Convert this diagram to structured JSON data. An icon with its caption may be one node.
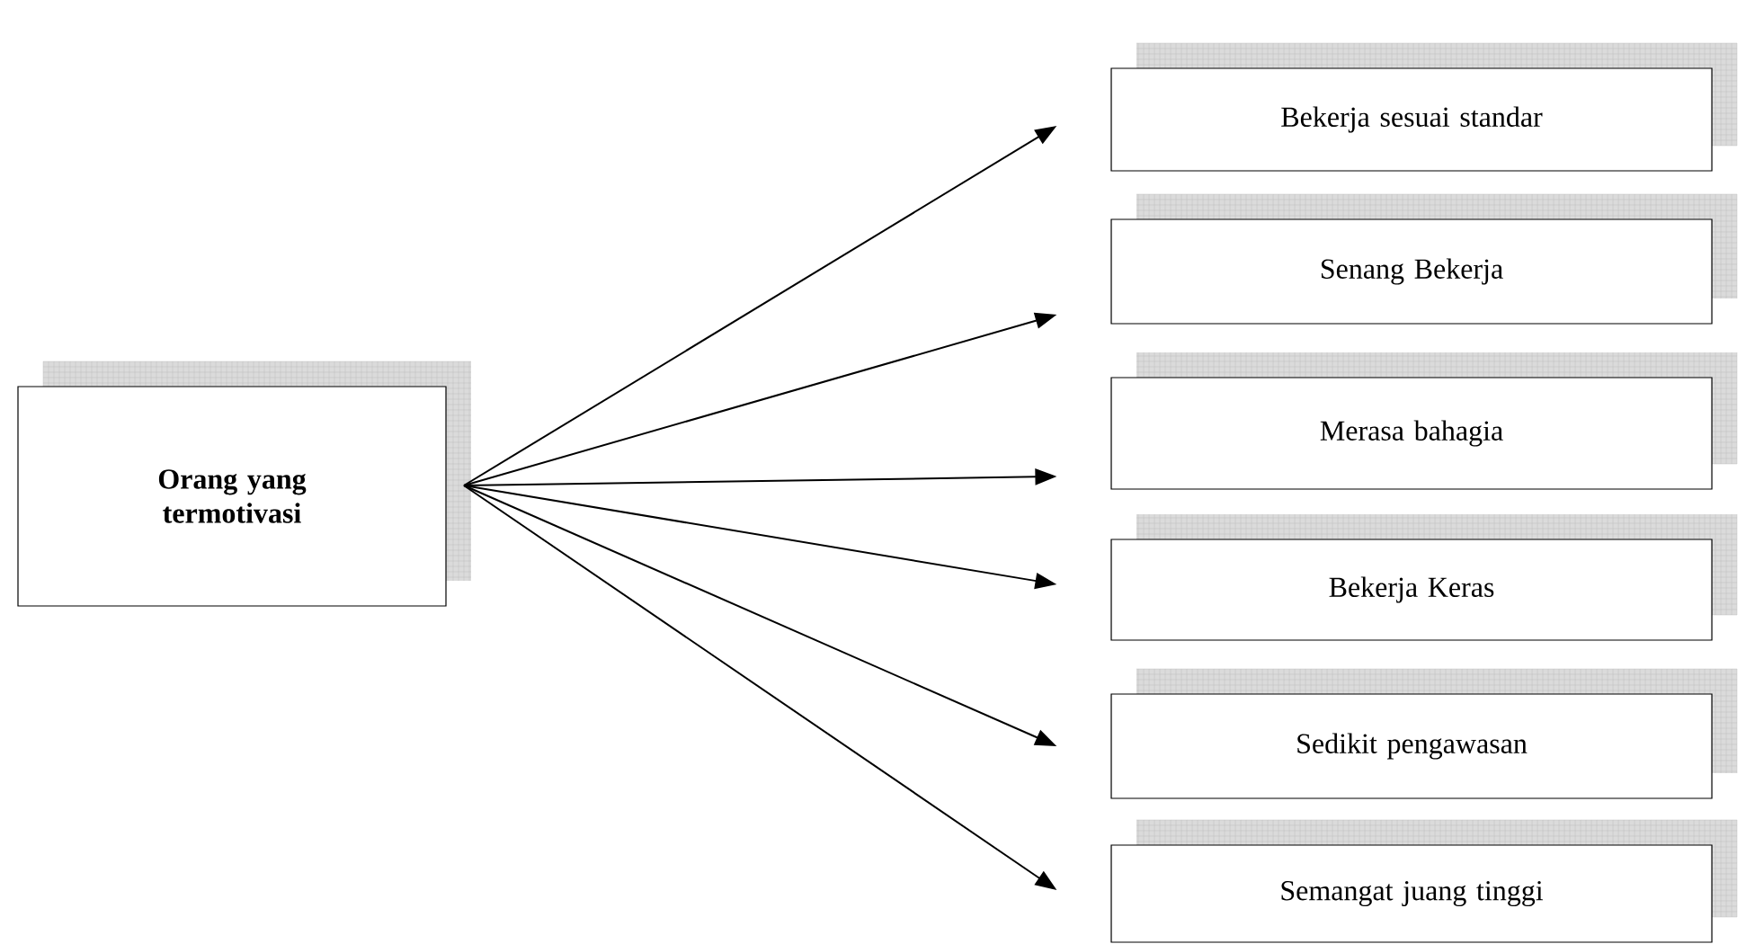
{
  "diagram": {
    "nodes": [
      {
        "text": [
          "Orang yang termotivasi"
        ]
      },
      {
        "text": [
          "Bekerja sesuai standar"
        ]
      },
      {
        "text": [
          "Senang Bekerja"
        ]
      },
      {
        "text": [
          "Merasa bahagia"
        ]
      },
      {
        "text": [
          "Bekerja Keras"
        ]
      },
      {
        "text": [
          "Sedikit pengawasan"
        ]
      },
      {
        "text": [
          "Semangat juang tinggi"
        ]
      }
    ],
    "edges": [
      {
        "from": 0,
        "to": 1,
        "arrow": "to"
      },
      {
        "from": 0,
        "to": 2,
        "arrow": "to"
      },
      {
        "from": 0,
        "to": 3,
        "arrow": "to"
      },
      {
        "from": 0,
        "to": 4,
        "arrow": "to"
      },
      {
        "from": 0,
        "to": 5,
        "arrow": "to"
      },
      {
        "from": 0,
        "to": 6,
        "arrow": "to"
      }
    ]
  }
}
